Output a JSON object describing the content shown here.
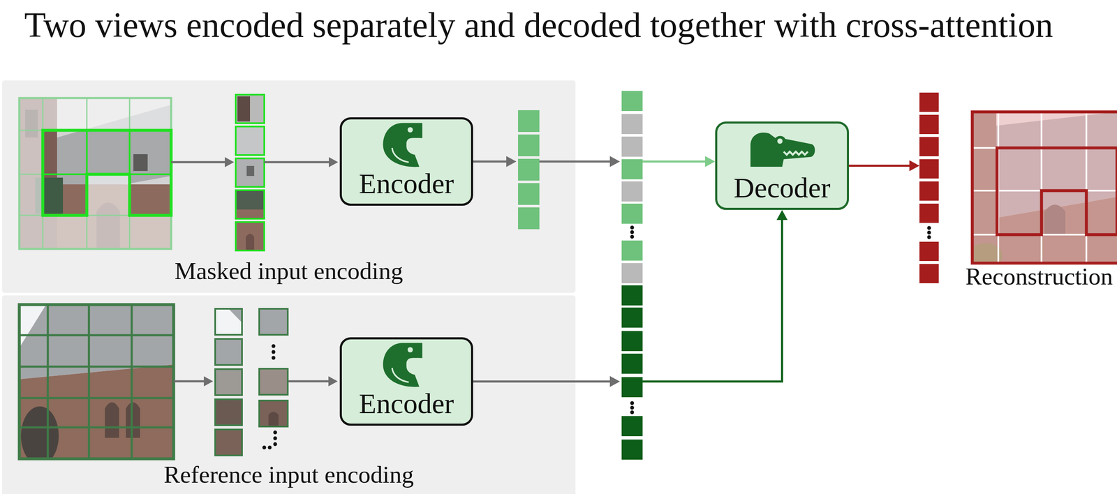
{
  "diagram": {
    "title": "Two views encoded separately and decoded together with cross-attention",
    "nodes": [
      {
        "text": [
          "Masked input encoding"
        ]
      },
      {
        "text": [
          "Encoder"
        ],
        "in": 0
      },
      {
        "text": [
          "Reference input encoding"
        ]
      },
      {
        "text": [
          "Encoder"
        ],
        "in": 2
      },
      {
        "text": [
          "Decoder"
        ]
      },
      {
        "text": [
          "Reconstruction"
        ]
      }
    ],
    "edges": [
      {
        "from": 1,
        "to": 4,
        "arrow": "to"
      },
      {
        "from": 3,
        "to": 4,
        "arrow": "to"
      },
      {
        "from": 4,
        "to": 5,
        "arrow": "to"
      }
    ]
  }
}
